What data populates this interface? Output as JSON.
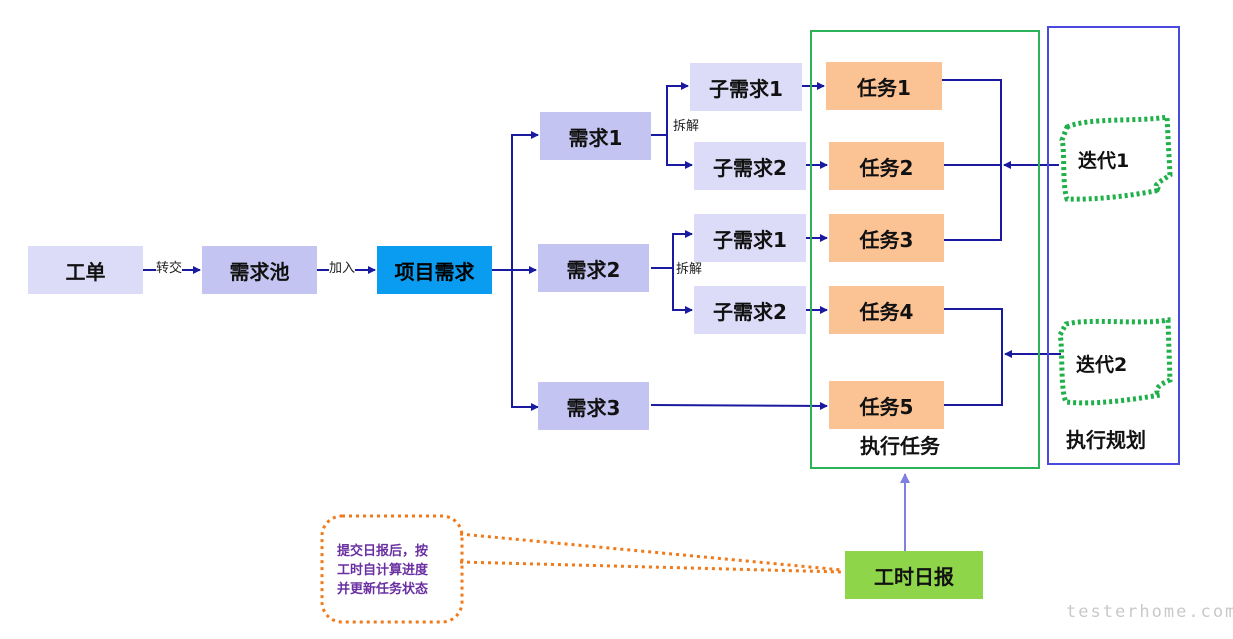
{
  "nodes": {
    "work_order": "工单",
    "req_pool": "需求池",
    "project_req": "项目需求",
    "req1": "需求1",
    "req2": "需求2",
    "req3": "需求3",
    "sub_req1_a": "子需求1",
    "sub_req2_a": "子需求2",
    "sub_req1_b": "子需求1",
    "sub_req2_b": "子需求2",
    "task1": "任务1",
    "task2": "任务2",
    "task3": "任务3",
    "task4": "任务4",
    "task5": "任务5",
    "iter1": "迭代1",
    "iter2": "迭代2",
    "daily_report": "工时日报"
  },
  "edge_labels": {
    "transfer": "转交",
    "join": "加入",
    "split1": "拆解",
    "split2": "拆解"
  },
  "frames": {
    "exec_tasks": "执行任务",
    "exec_plan": "执行规划"
  },
  "note": {
    "line1": "提交日报后，按",
    "line2": "工时自计算进度",
    "line3": "并更新任务状态"
  },
  "watermark": "testerhome.com",
  "colors": {
    "arrow": "#1a1aa0",
    "frame_tasks": "#2cb35a",
    "frame_plan": "#4a4ae0",
    "cloud": "#1fb04a",
    "note_border": "#f07a1a"
  }
}
